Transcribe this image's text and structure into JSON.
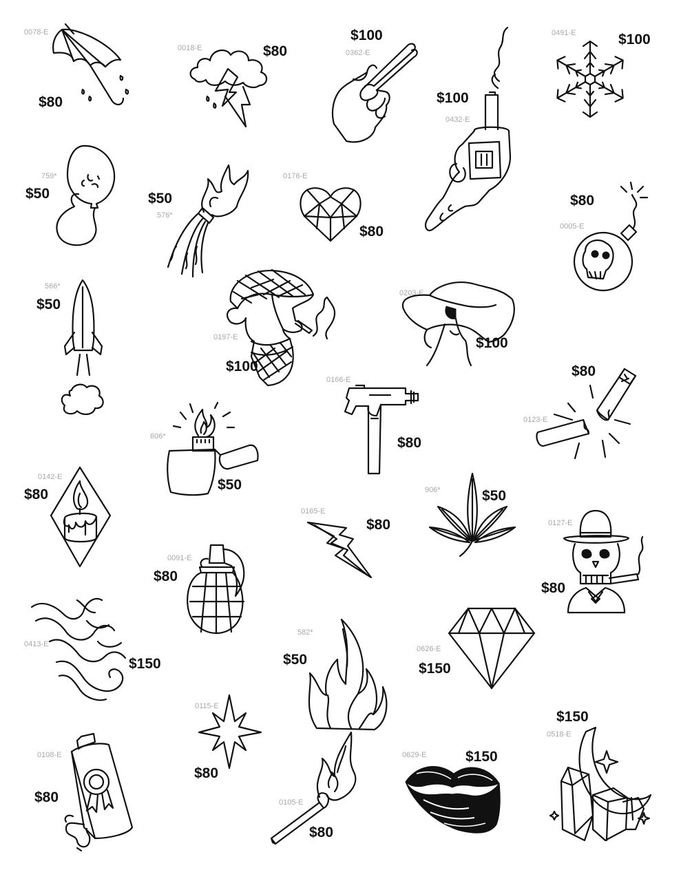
{
  "flash": {
    "umbrella": {
      "code": "0078-E",
      "price": "$80"
    },
    "storm-cloud": {
      "code": "0018-E",
      "price": "$80"
    },
    "crossed-fingers": {
      "code": "0362-E",
      "price": "$100"
    },
    "revolver": {
      "code": "0432-E",
      "price": "$100"
    },
    "snowflake": {
      "code": "0491-E",
      "price": "$100"
    },
    "balloon": {
      "code": "759*",
      "price": "$50"
    },
    "burning-broom": {
      "code": "576*",
      "price": "$50"
    },
    "heart-gem": {
      "code": "0176-E",
      "price": "$80"
    },
    "skull-bomb": {
      "code": "0005-E",
      "price": "$80"
    },
    "rocket": {
      "code": "566*",
      "price": "$50"
    },
    "smoker": {
      "code": "0197-E",
      "price": "$100"
    },
    "woman-hat": {
      "code": "0203-E",
      "price": "$100"
    },
    "cigarette": {
      "code": "0123-E",
      "price": "$80"
    },
    "lighter": {
      "code": "606*",
      "price": "$50"
    },
    "uzi": {
      "code": "0166-E",
      "price": "$80"
    },
    "candle": {
      "code": "0142-E",
      "price": "$80"
    },
    "bolt": {
      "code": "0165-E",
      "price": "$80"
    },
    "leaf": {
      "code": "906*",
      "price": "$50"
    },
    "skull-hat": {
      "code": "0127-E",
      "price": "$80"
    },
    "grenade": {
      "code": "0091-E",
      "price": "$80"
    },
    "smoke-wisps": {
      "code": "0413-E",
      "price": "$150"
    },
    "flames": {
      "code": "582*",
      "price": "$50"
    },
    "diamond": {
      "code": "0626-E",
      "price": "$150"
    },
    "star": {
      "code": "0115-E",
      "price": "$80"
    },
    "beer-can": {
      "code": "0108-E",
      "price": "$80"
    },
    "match": {
      "code": "0105-E",
      "price": "$80"
    },
    "lips": {
      "code": "0629-E",
      "price": "$150"
    },
    "crystals-moon": {
      "code": "0518-E",
      "price": "$150"
    }
  },
  "icons": {
    "umbrella": "umbrella-icon",
    "storm-cloud": "storm-cloud-icon",
    "crossed-fingers": "crossed-fingers-icon",
    "revolver": "revolver-icon",
    "snowflake": "snowflake-icon",
    "balloon": "balloon-icon",
    "burning-broom": "burning-broom-icon",
    "heart-gem": "heart-gem-icon",
    "skull-bomb": "skull-bomb-icon",
    "rocket": "rocket-icon",
    "smoker": "smoker-icon",
    "woman-hat": "woman-hat-icon",
    "cigarette": "cigarette-icon",
    "lighter": "lighter-icon",
    "uzi": "uzi-icon",
    "candle": "candle-icon",
    "bolt": "lightning-bolt-icon",
    "leaf": "cannabis-leaf-icon",
    "skull-hat": "skull-bowler-hat-icon",
    "grenade": "grenade-icon",
    "smoke-wisps": "smoke-wisps-icon",
    "flames": "flames-icon",
    "diamond": "diamond-icon",
    "star": "star-icon",
    "beer-can": "beer-can-icon",
    "match": "match-icon",
    "lips": "lips-icon",
    "crystals-moon": "crystals-moon-icon"
  },
  "colors": {
    "background": "#ffffff",
    "ink": "#111111",
    "code_text": "#a8a8a8"
  }
}
